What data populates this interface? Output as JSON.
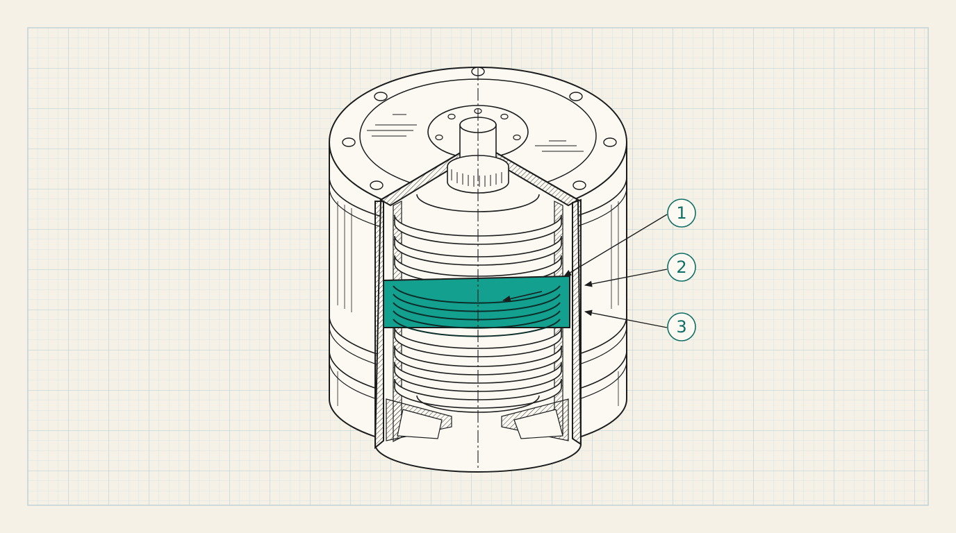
{
  "colors": {
    "paper": "#f5f1e6",
    "grid_minor": "#cfe0e4",
    "grid_major": "#b4ccd2",
    "ink": "#1c1c1c",
    "highlight": "#13a08f",
    "callout": "#0f6e66"
  },
  "callouts": [
    {
      "label": "1"
    },
    {
      "label": "2"
    },
    {
      "label": "3"
    }
  ]
}
